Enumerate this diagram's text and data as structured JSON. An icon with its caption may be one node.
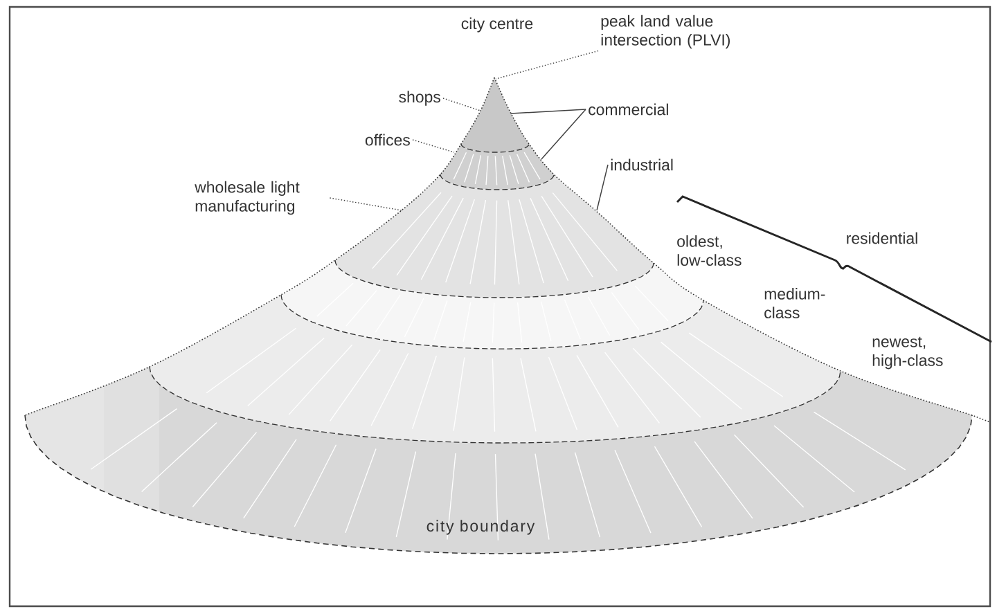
{
  "diagram": {
    "nodes": [
      {
        "text": [
          "peak land value intersection (PLVI)"
        ]
      },
      {
        "text": [
          "shops"
        ]
      },
      {
        "text": [
          "commercial"
        ]
      },
      {
        "text": [
          "offices"
        ]
      },
      {
        "text": [
          "industrial"
        ]
      },
      {
        "text": [
          "wholesale light manufacturing"
        ]
      }
    ],
    "edges": [
      {
        "from": 0,
        "to": null,
        "arrow": "none",
        "style": "dashed"
      },
      {
        "from": 1,
        "to": null,
        "arrow": "none",
        "style": "dashed"
      },
      {
        "from": 2,
        "to": null,
        "arrow": "none"
      },
      {
        "from": 2,
        "to": null,
        "arrow": "none"
      },
      {
        "from": 3,
        "to": null,
        "arrow": "none",
        "style": "dashed"
      },
      {
        "from": 4,
        "to": null,
        "arrow": "none"
      },
      {
        "from": 5,
        "to": null,
        "arrow": "none",
        "style": "dashed"
      }
    ],
    "labels": [
      "city centre",
      "residential",
      "oldest, low-class",
      "medium-class",
      "newest, high-class",
      "city boundary"
    ]
  }
}
